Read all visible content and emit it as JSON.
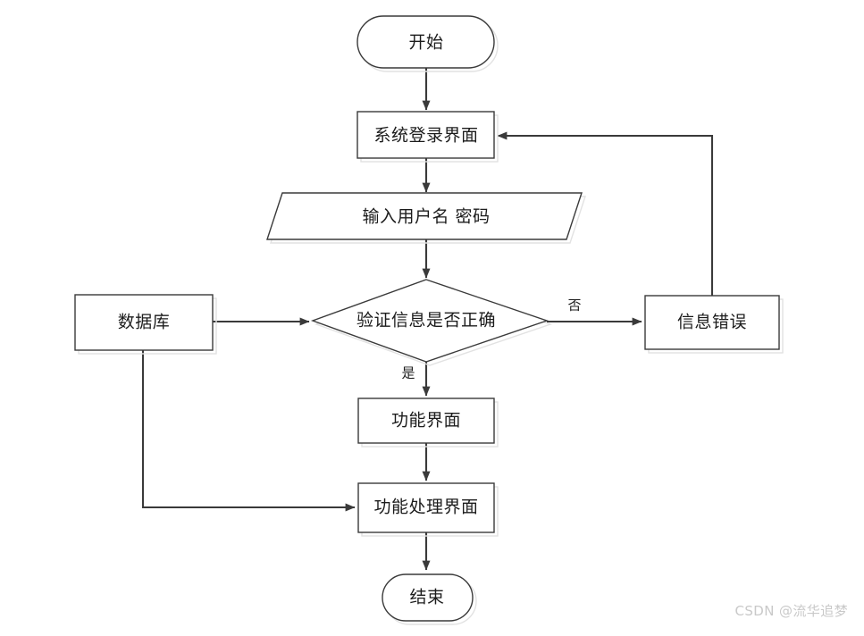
{
  "diagram": {
    "title": "",
    "type": "flowchart",
    "background_color": "#ffffff",
    "node_fill": "#ffffff",
    "node_stroke": "#3a3a3a",
    "edge_color": "#3a3a3a",
    "text_color": "#1c1c1c",
    "nodes": [
      {
        "id": "start",
        "shape": "terminator",
        "label": "开始"
      },
      {
        "id": "login",
        "shape": "process",
        "label": "系统登录界面"
      },
      {
        "id": "input",
        "shape": "parallelogram",
        "label": "输入用户名 密码"
      },
      {
        "id": "verify",
        "shape": "decision",
        "label": "验证信息是否正确"
      },
      {
        "id": "database",
        "shape": "process",
        "label": "数据库"
      },
      {
        "id": "error",
        "shape": "process",
        "label": "信息错误"
      },
      {
        "id": "func",
        "shape": "process",
        "label": "功能界面"
      },
      {
        "id": "process",
        "shape": "process",
        "label": "功能处理界面"
      },
      {
        "id": "end",
        "shape": "terminator",
        "label": "结束"
      }
    ],
    "edges": [
      {
        "from": "start",
        "to": "login",
        "label": ""
      },
      {
        "from": "login",
        "to": "input",
        "label": ""
      },
      {
        "from": "input",
        "to": "verify",
        "label": ""
      },
      {
        "from": "database",
        "to": "verify",
        "label": ""
      },
      {
        "from": "verify",
        "to": "error",
        "label": "否"
      },
      {
        "from": "verify",
        "to": "func",
        "label": "是"
      },
      {
        "from": "error",
        "to": "login",
        "label": ""
      },
      {
        "from": "func",
        "to": "process",
        "label": ""
      },
      {
        "from": "database",
        "to": "process",
        "label": ""
      },
      {
        "from": "process",
        "to": "end",
        "label": ""
      }
    ],
    "edge_labels": {
      "no": "否",
      "yes": "是"
    }
  },
  "watermark": {
    "text": "CSDN @流华追梦"
  }
}
